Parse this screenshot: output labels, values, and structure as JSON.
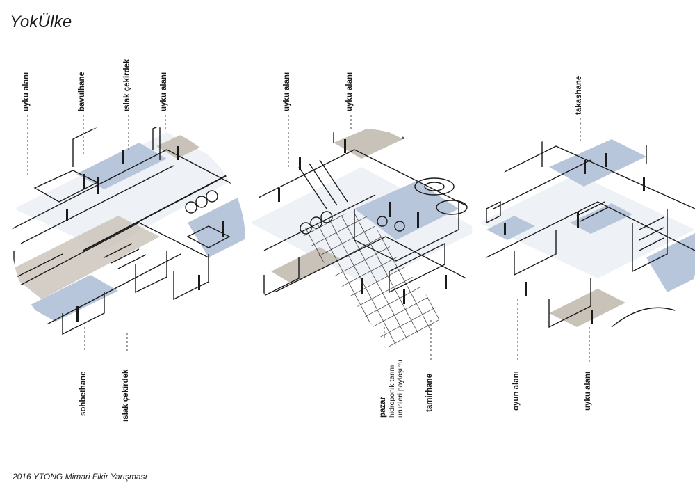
{
  "title": "YokÜlke",
  "footer": "2016 YTONG Mimari Fikir Yarışması",
  "colors": {
    "ink": "#1a1a1a",
    "floor_blue": "#b8c6dc",
    "floor_grey": "#c9c2b8",
    "leader": "#555555"
  },
  "panels": [
    {
      "id": "left",
      "top_labels": [
        "uyku alanı",
        "bavulhane",
        "ıslak çekirdek",
        "uyku alanı"
      ],
      "bottom_labels": [
        "sohbethane",
        "ıslak çekirdek"
      ]
    },
    {
      "id": "middle",
      "top_labels": [
        "uyku alanı",
        "uyku alanı"
      ],
      "bottom_labels": [
        {
          "main": "pazar",
          "sub": [
            "hidroponik tarım",
            "ürünleri paylaşımı"
          ]
        },
        "tamirhane"
      ]
    },
    {
      "id": "right",
      "top_labels": [
        "takashane"
      ],
      "bottom_labels": [
        "oyun alanı",
        "uyku alanı"
      ]
    }
  ]
}
